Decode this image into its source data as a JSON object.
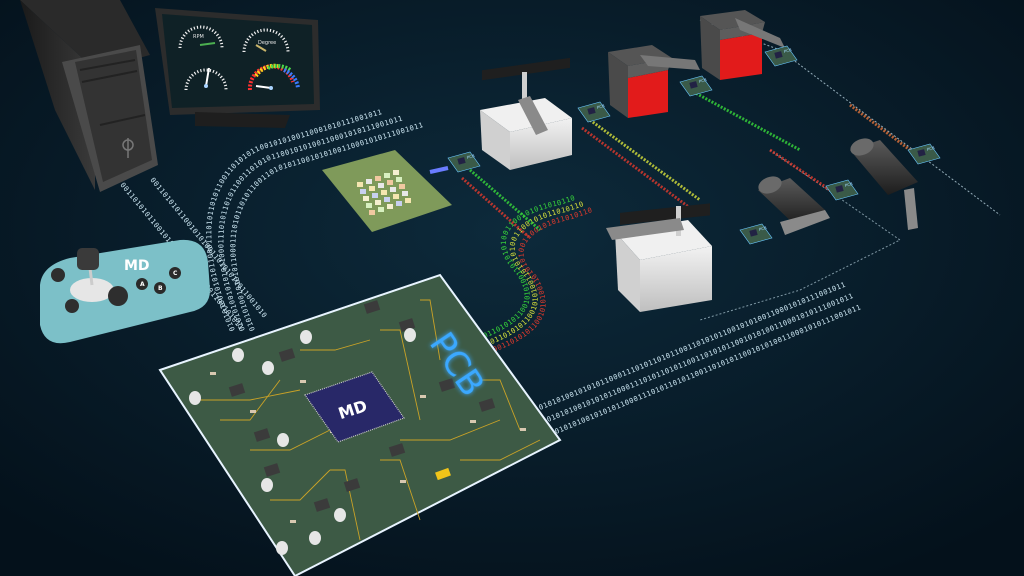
{
  "scene": {
    "title": "Motor control system illustration",
    "pcb_label": "PCB",
    "chip_logo": "MD",
    "board_labels": "PCB"
  },
  "monitor": {
    "gauges": [
      {
        "name": "rpm",
        "label": "RPM",
        "needle_color": "#4caf50"
      },
      {
        "name": "degree",
        "label": "Degree",
        "needle_color": "#c8b46a"
      },
      {
        "name": "speed",
        "label": "",
        "needle_color": "#ffffff"
      },
      {
        "name": "spectrum",
        "label": "",
        "needle_color": "#ffffff"
      }
    ]
  },
  "joystick": {
    "logo": "MD",
    "buttons": [
      "A",
      "B",
      "C"
    ],
    "body_color": "#7cc0c8"
  },
  "binary": {
    "white_stream": "0101010010101011000111010110101100110101011001010100110001010111001011",
    "color_stream": "0011010101100101010011010101001100101011010110"
  },
  "colors": {
    "background": "#071a27",
    "pcb_green": "#3d5a45",
    "trace_gold": "#c9a227",
    "servo_red": "#e21b1b",
    "glow_blue": "#3aa8ff"
  }
}
